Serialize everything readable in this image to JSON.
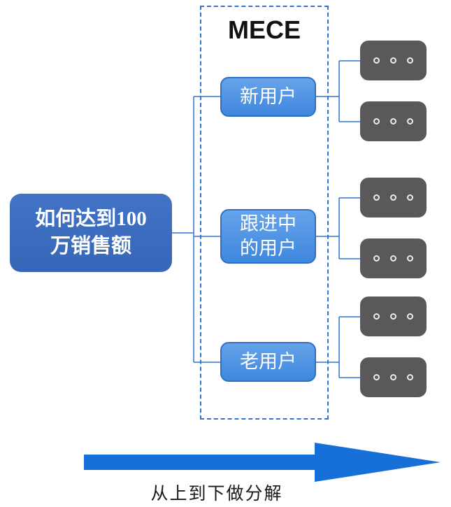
{
  "diagram": {
    "root": {
      "label": "如何达到100\n万销售额"
    },
    "mece": {
      "title": "MECE",
      "nodes": [
        {
          "label": "新用户"
        },
        {
          "label": "跟进中\n的用户"
        },
        {
          "label": "老用户"
        }
      ]
    },
    "leaves": {
      "per_node": 2,
      "icon": "ellipsis-dots"
    },
    "caption": "从上到下做分解",
    "colors": {
      "root_fill": "#3a6ec1",
      "node_fill_top": "#66a3ea",
      "node_fill_bottom": "#3f87de",
      "node_border": "#2e6fc4",
      "leaf_fill": "#595959",
      "connector": "#2e75d4",
      "dashed_border": "#2e75d4",
      "arrow": "#1670d8"
    }
  }
}
